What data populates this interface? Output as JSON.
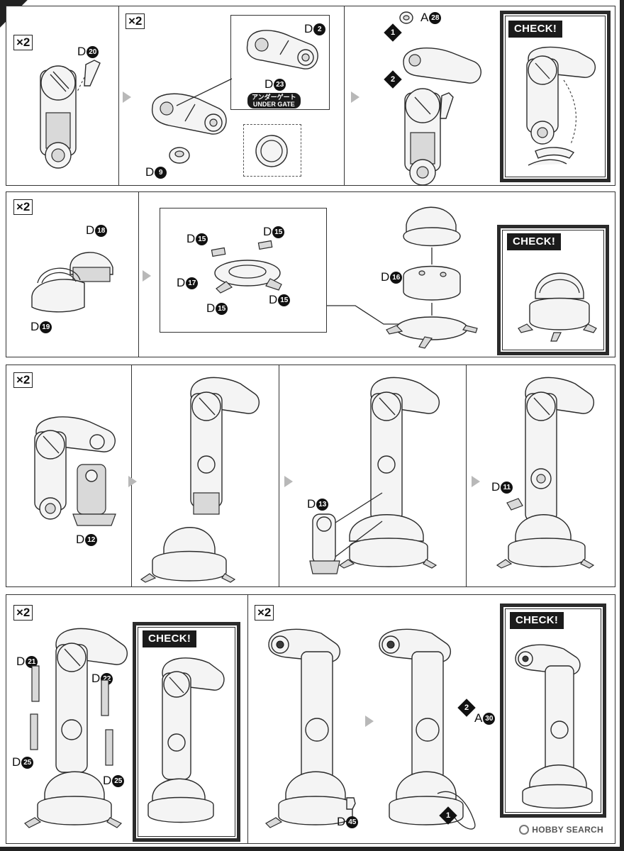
{
  "multiplier": "×2",
  "check_label": "CHECK!",
  "under_gate": {
    "jp": "アンダーゲート",
    "en": "UNDER GATE"
  },
  "row1": {
    "panel1": {
      "part_a": {
        "letter": "D",
        "num": "20"
      }
    },
    "panel2": {
      "part_a": {
        "letter": "D",
        "num": "2"
      },
      "part_b": {
        "letter": "D",
        "num": "23"
      },
      "part_c": {
        "letter": "D",
        "num": "9"
      }
    },
    "panel3": {
      "part_a": {
        "letter": "A",
        "num": "28"
      },
      "step1": "1",
      "step2": "2"
    }
  },
  "row2": {
    "panel1": {
      "part_a": {
        "letter": "D",
        "num": "18"
      },
      "part_b": {
        "letter": "D",
        "num": "19"
      }
    },
    "panel2": {
      "part_a": {
        "letter": "D",
        "num": "15"
      },
      "part_b": {
        "letter": "D",
        "num": "15"
      },
      "part_c": {
        "letter": "D",
        "num": "17"
      },
      "part_d": {
        "letter": "D",
        "num": "15"
      },
      "part_e": {
        "letter": "D",
        "num": "15"
      },
      "part_f": {
        "letter": "D",
        "num": "16"
      }
    }
  },
  "row3": {
    "panel1": {
      "part_a": {
        "letter": "D",
        "num": "12"
      }
    },
    "panel3": {
      "part_a": {
        "letter": "D",
        "num": "13"
      }
    },
    "panel4": {
      "part_a": {
        "letter": "D",
        "num": "11"
      }
    }
  },
  "row4": {
    "panel1": {
      "part_a": {
        "letter": "D",
        "num": "21"
      },
      "part_b": {
        "letter": "D",
        "num": "22"
      },
      "part_c": {
        "letter": "D",
        "num": "25"
      },
      "part_d": {
        "letter": "D",
        "num": "25"
      }
    },
    "panel2": {
      "part_a": {
        "letter": "D",
        "num": "45"
      }
    },
    "panel3": {
      "part_a": {
        "letter": "A",
        "num": "30"
      },
      "step1": "1",
      "step2": "2"
    }
  },
  "watermark": "HOBBY SEARCH"
}
